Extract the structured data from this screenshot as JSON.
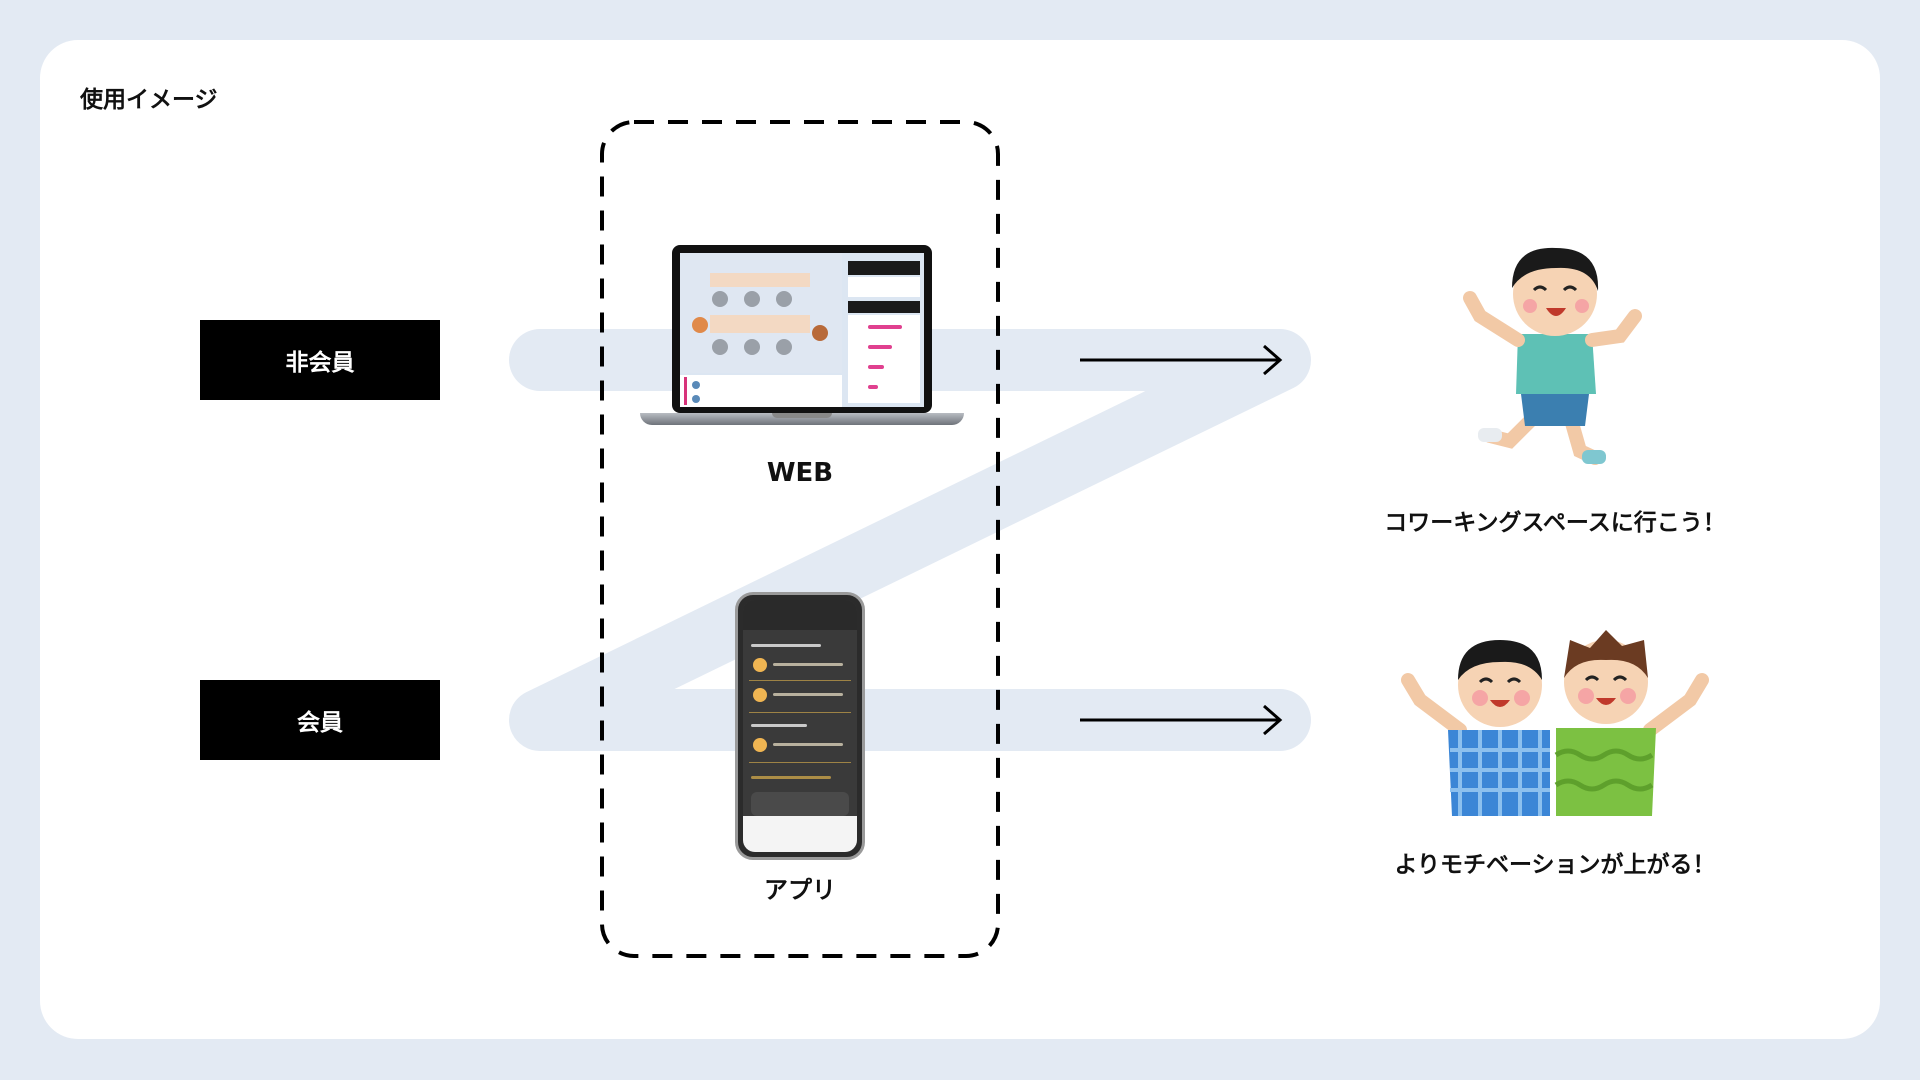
{
  "page_title": "使用イメージ",
  "labels": {
    "non_member": "非会員",
    "member": "会員"
  },
  "platforms": {
    "web": "WEB",
    "app": "アプリ"
  },
  "outcomes": {
    "non_member": "コワーキングスペースに行こう！",
    "member": "よりモチベーションが上がる！"
  },
  "colors": {
    "page_background": "#e3eaf3",
    "flow_band": "#e3eaf3",
    "label_box": "#000000",
    "app_accent": "#c9a24a"
  },
  "icons": [
    "running-boy-illustration",
    "two-boys-cheering-illustration",
    "arrow-right-icon",
    "laptop-icon",
    "smartphone-icon"
  ]
}
